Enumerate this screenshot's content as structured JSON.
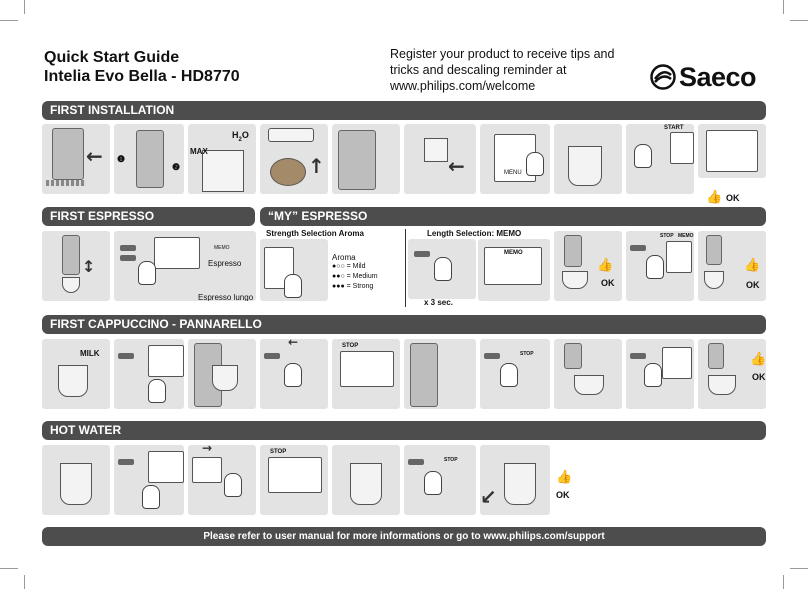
{
  "header": {
    "title_line1": "Quick Start Guide",
    "title_line2": "Intelia Evo Bella - HD8770",
    "register_line1": "Register your product to receive tips and",
    "register_line2": "tricks and descaling reminder at",
    "register_line3": "www.philips.com/welcome",
    "logo_text": "Saeco",
    "logo_icon": "saeco-swirl-icon"
  },
  "sections": {
    "first_installation": "FIRST INSTALLATION",
    "first_espresso": "FIRST ESPRESSO",
    "my_espresso": "“MY” ESPRESSO",
    "first_cappuccino": "FIRST CAPPUCCINO - PANNARELLO",
    "hot_water": "HOT WATER"
  },
  "installation": {
    "step1": "❶",
    "step2": "❷",
    "max": "MAX",
    "h2o": "H",
    "h2o_sub": "2",
    "h2o_o": "O",
    "start": "START",
    "menu": "MENU",
    "ok": "OK"
  },
  "espresso": {
    "memo": "MEMO",
    "espresso": "Espresso",
    "espresso_lungo": "Espresso lungo"
  },
  "my_espresso": {
    "strength_title": "Strength Selection Aroma",
    "length_title": "Length Selection: MEMO",
    "aroma": "Aroma",
    "mild": "= Mild",
    "medium": "= Medium",
    "strong": "= Strong",
    "memo": "MEMO",
    "x3": "x 3 sec.",
    "stop": "STOP",
    "ok": "OK"
  },
  "cappuccino": {
    "milk": "MILK",
    "stop": "STOP",
    "ok": "OK"
  },
  "hot_water": {
    "stop": "STOP",
    "ok": "OK"
  },
  "footer": {
    "text": "Please refer to user manual for more informations or go to www.philips.com/support"
  }
}
